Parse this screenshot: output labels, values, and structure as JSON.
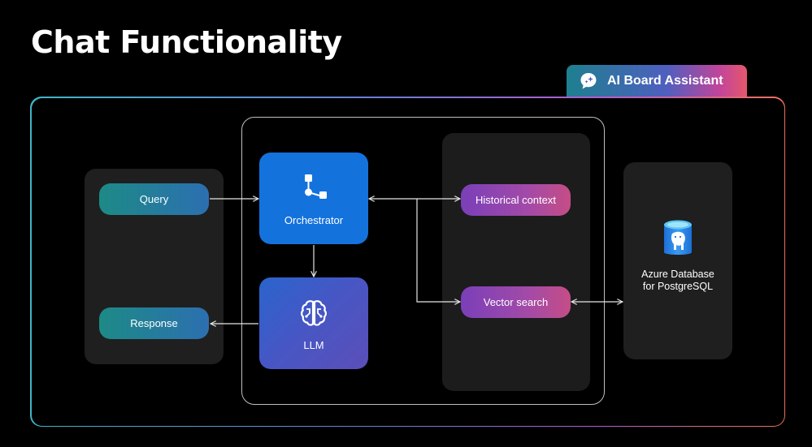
{
  "page": {
    "title": "Chat Functionality"
  },
  "assistant": {
    "label": "AI Board Assistant",
    "icon": "chat-bubble-icon"
  },
  "nodes": {
    "query": {
      "label": "Query"
    },
    "response": {
      "label": "Response"
    },
    "orchestrator": {
      "label": "Orchestrator",
      "icon": "orchestration-icon"
    },
    "llm": {
      "label": "LLM",
      "icon": "brain-icon"
    },
    "historical_context": {
      "label": "Historical context"
    },
    "vector_search": {
      "label": "Vector search"
    },
    "database": {
      "line1": "Azure Database",
      "line2": "for PostgreSQL",
      "icon": "postgresql-database-icon"
    }
  },
  "edges": [
    {
      "from": "query",
      "to": "orchestrator",
      "direction": "forward"
    },
    {
      "from": "orchestrator",
      "to": "llm",
      "direction": "forward"
    },
    {
      "from": "llm",
      "to": "response",
      "direction": "forward"
    },
    {
      "from": "orchestrator",
      "to": "historical_context",
      "direction": "both"
    },
    {
      "from": "orchestrator",
      "to": "vector_search",
      "direction": "forward"
    },
    {
      "from": "vector_search",
      "to": "database",
      "direction": "both"
    }
  ],
  "colors": {
    "background": "#000000",
    "orchestrator": "#1472dd",
    "llm": "#4856c4",
    "pill_teal": "#1d8a86",
    "pill_purple": "#7a3fb8",
    "panel": "#1f1f1f"
  }
}
